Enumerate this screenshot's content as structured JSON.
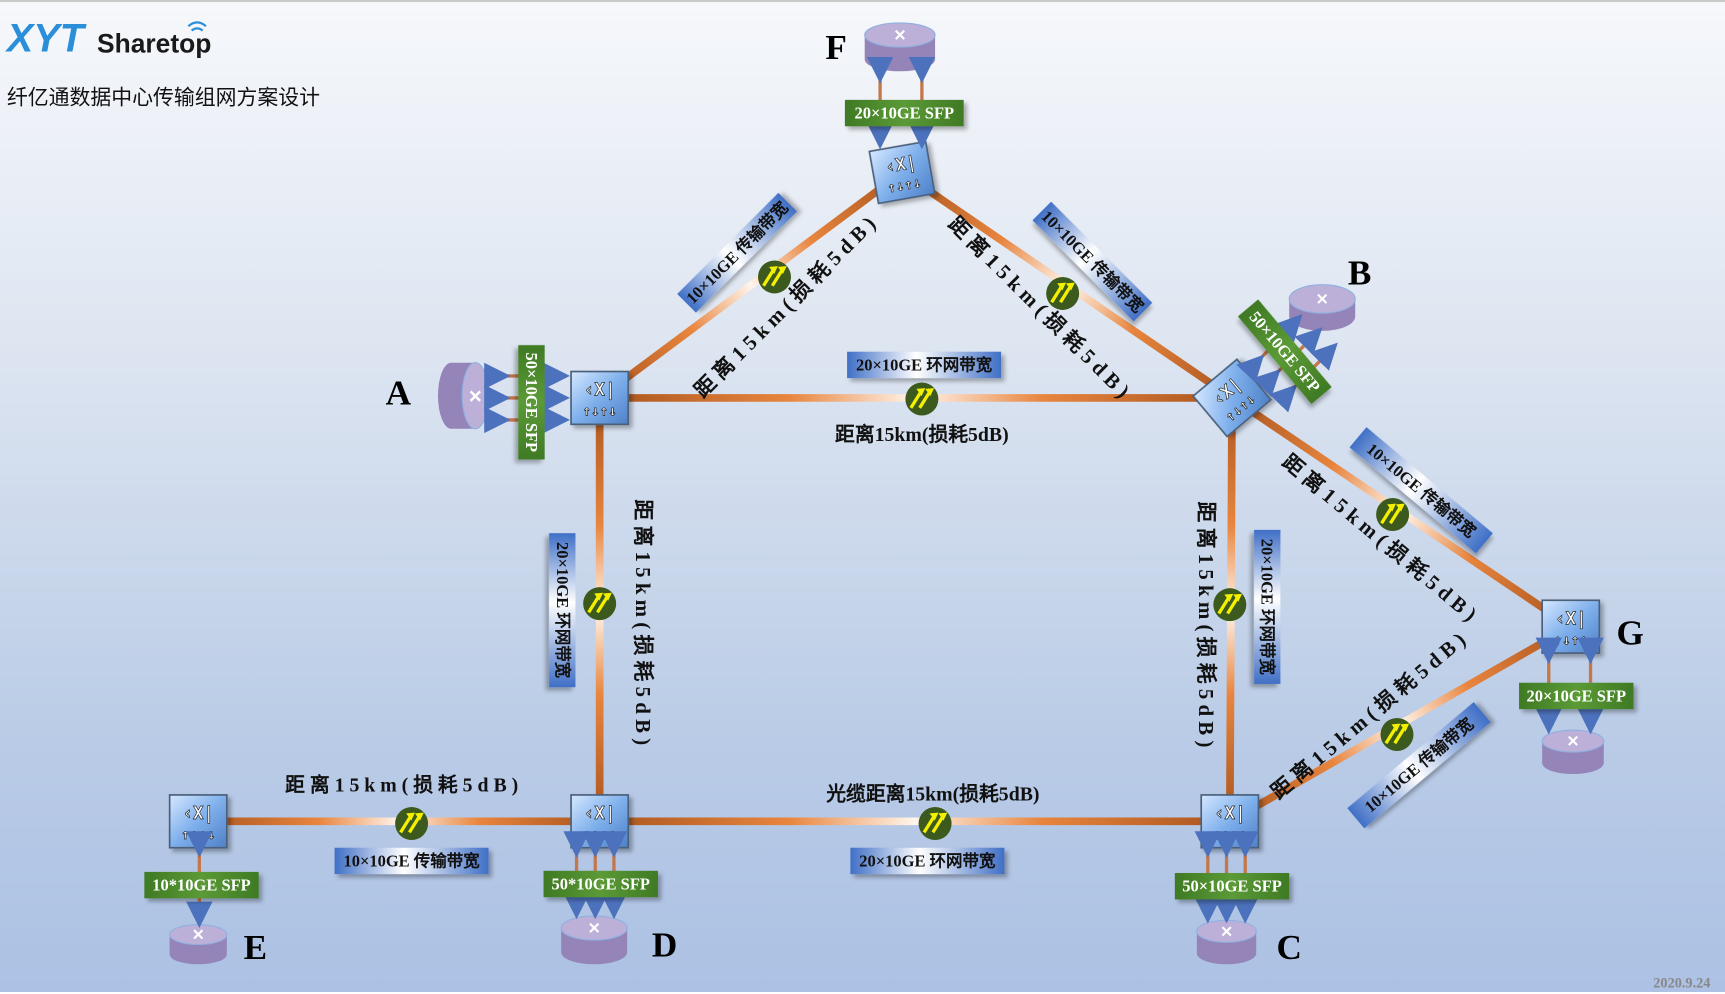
{
  "header": {
    "logo_mark": "XYT",
    "logo_text": "Sharetop",
    "title": "纤亿通数据中心传输组网方案设计"
  },
  "footer": {
    "date": "2020.9.24"
  },
  "colors": {
    "fiber": "#e07a36",
    "fiber_dark": "#a8541e",
    "sfp_green": "#4e8a2e",
    "bandwidth_blue": "#3f6fc6",
    "router_purple": "#9a88bd",
    "switch_blue": "#7fb0ec",
    "arrow_badge": "#3c5a1e",
    "arrow_yellow": "#f4f000"
  },
  "nodes": [
    {
      "id": "A",
      "label": "A",
      "sfp": "50×10GE SFP"
    },
    {
      "id": "B",
      "label": "B",
      "sfp": "50×10GE SFP"
    },
    {
      "id": "C",
      "label": "C",
      "sfp": "50×10GE SFP"
    },
    {
      "id": "D",
      "label": "D",
      "sfp": "50*10GE SFP"
    },
    {
      "id": "E",
      "label": "E",
      "sfp": "10*10GE SFP"
    },
    {
      "id": "F",
      "label": "F",
      "sfp": "20×10GE SFP"
    },
    {
      "id": "G",
      "label": "G",
      "sfp": "20×10GE SFP"
    }
  ],
  "links": [
    {
      "id": "A-F",
      "distance": "距 离 1 5 k m ( 损 耗 5 d B )",
      "bandwidth": "10×10GE 传输带宽"
    },
    {
      "id": "F-B",
      "distance": "距 离 1 5 k m ( 损 耗 5 d B )",
      "bandwidth": "10×10GE 传输带宽"
    },
    {
      "id": "A-B",
      "distance": "距离15km(损耗5dB)",
      "bandwidth": "20×10GE 环网带宽"
    },
    {
      "id": "A-D",
      "distance": "距 离 1 5 k m ( 损 耗 5 d B )",
      "bandwidth": "20×10GE 环网带宽"
    },
    {
      "id": "B-C",
      "distance": "距 离 1 5 k m ( 损 耗 5 d B )",
      "bandwidth": "20×10GE 环网带宽"
    },
    {
      "id": "B-G",
      "distance": "距 离 1 5 k m ( 损 耗 5 d B )",
      "bandwidth": "10×10GE 传输带宽"
    },
    {
      "id": "C-G",
      "distance": "距 离 1 5 k m ( 损 耗 5 d B )",
      "bandwidth": "10×10GE 传输带宽"
    },
    {
      "id": "D-C",
      "distance": "光缆距离15km(损耗5dB)",
      "bandwidth": "20×10GE 环网带宽"
    },
    {
      "id": "E-D",
      "distance": "距 离 1 5 k m ( 损 耗 5 d B )",
      "bandwidth": "10×10GE 传输带宽"
    }
  ]
}
